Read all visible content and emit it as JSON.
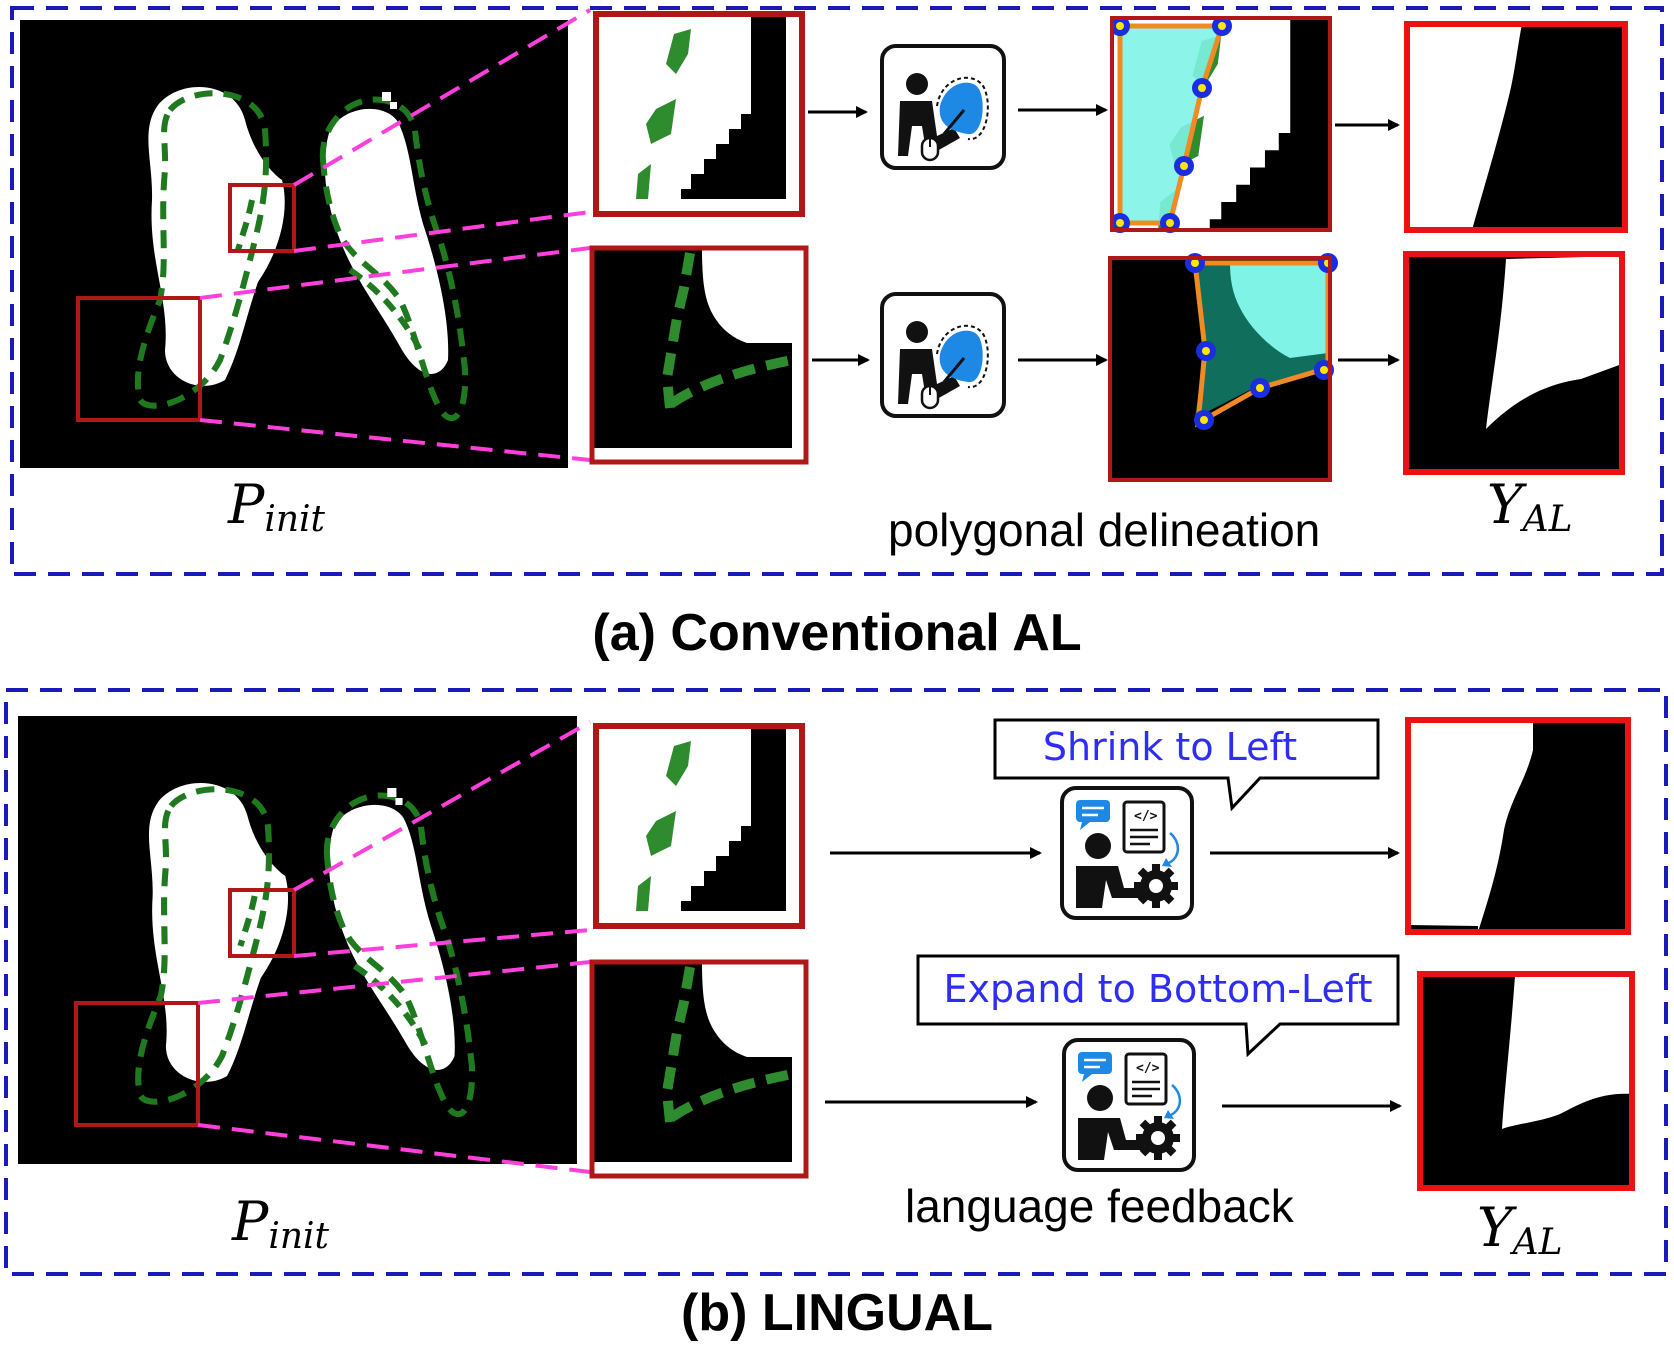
{
  "panel_a": {
    "caption": "(a) Conventional AL",
    "input_label_main": "P",
    "input_label_sub": "init",
    "method_label": "polygonal delineation",
    "output_label_main": "Y",
    "output_label_sub": "AL"
  },
  "panel_b": {
    "caption": "(b) LINGUAL",
    "input_label_main": "P",
    "input_label_sub": "init",
    "method_label": "language feedback",
    "output_label_main": "Y",
    "output_label_sub": "AL",
    "feedback_top": "Shrink to Left",
    "feedback_bottom": "Expand to Bottom-Left"
  },
  "icons": {
    "annotator": "person-drawing-icon",
    "language_agent": "person-code-chat-icon"
  },
  "colors": {
    "panel_border": "#1a1ab8",
    "zoom_line": "#ff3fdc",
    "crop_box": "#b01818",
    "output_border": "#ee1111",
    "contour": "#1f7a1f",
    "polygon_fill_light": "#7ff3e6",
    "polygon_fill_dark": "#0f6e5c",
    "polygon_edge": "#f08a24",
    "vertex_outer": "#1a2ee0",
    "vertex_inner": "#ffe600",
    "feedback_text": "#2d2df5"
  }
}
